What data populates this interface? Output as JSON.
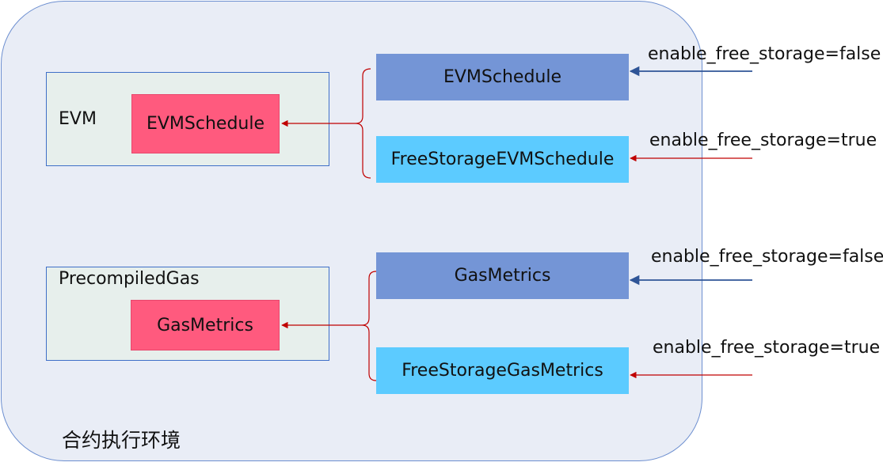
{
  "environment": {
    "label": "合约执行环境"
  },
  "groups": [
    {
      "label": "EVM",
      "inner_box": "EVMSchedule"
    },
    {
      "label": "PrecompiledGas",
      "inner_box": "GasMetrics"
    }
  ],
  "options": [
    {
      "label": "EVMSchedule",
      "flag": "enable_free_storage=false"
    },
    {
      "label": "FreeStorageEVMSchedule",
      "flag": "enable_free_storage=true"
    },
    {
      "label": "GasMetrics",
      "flag": "enable_free_storage=false"
    },
    {
      "label": "FreeStorageGasMetrics",
      "flag": "enable_free_storage=true"
    }
  ],
  "colors": {
    "pink_box": "#ff5a7e",
    "blue_box": "#7495d6",
    "cyan_box": "#5ccbff",
    "blue_arrow": "#2f5597",
    "red_arrow": "#c00000"
  }
}
